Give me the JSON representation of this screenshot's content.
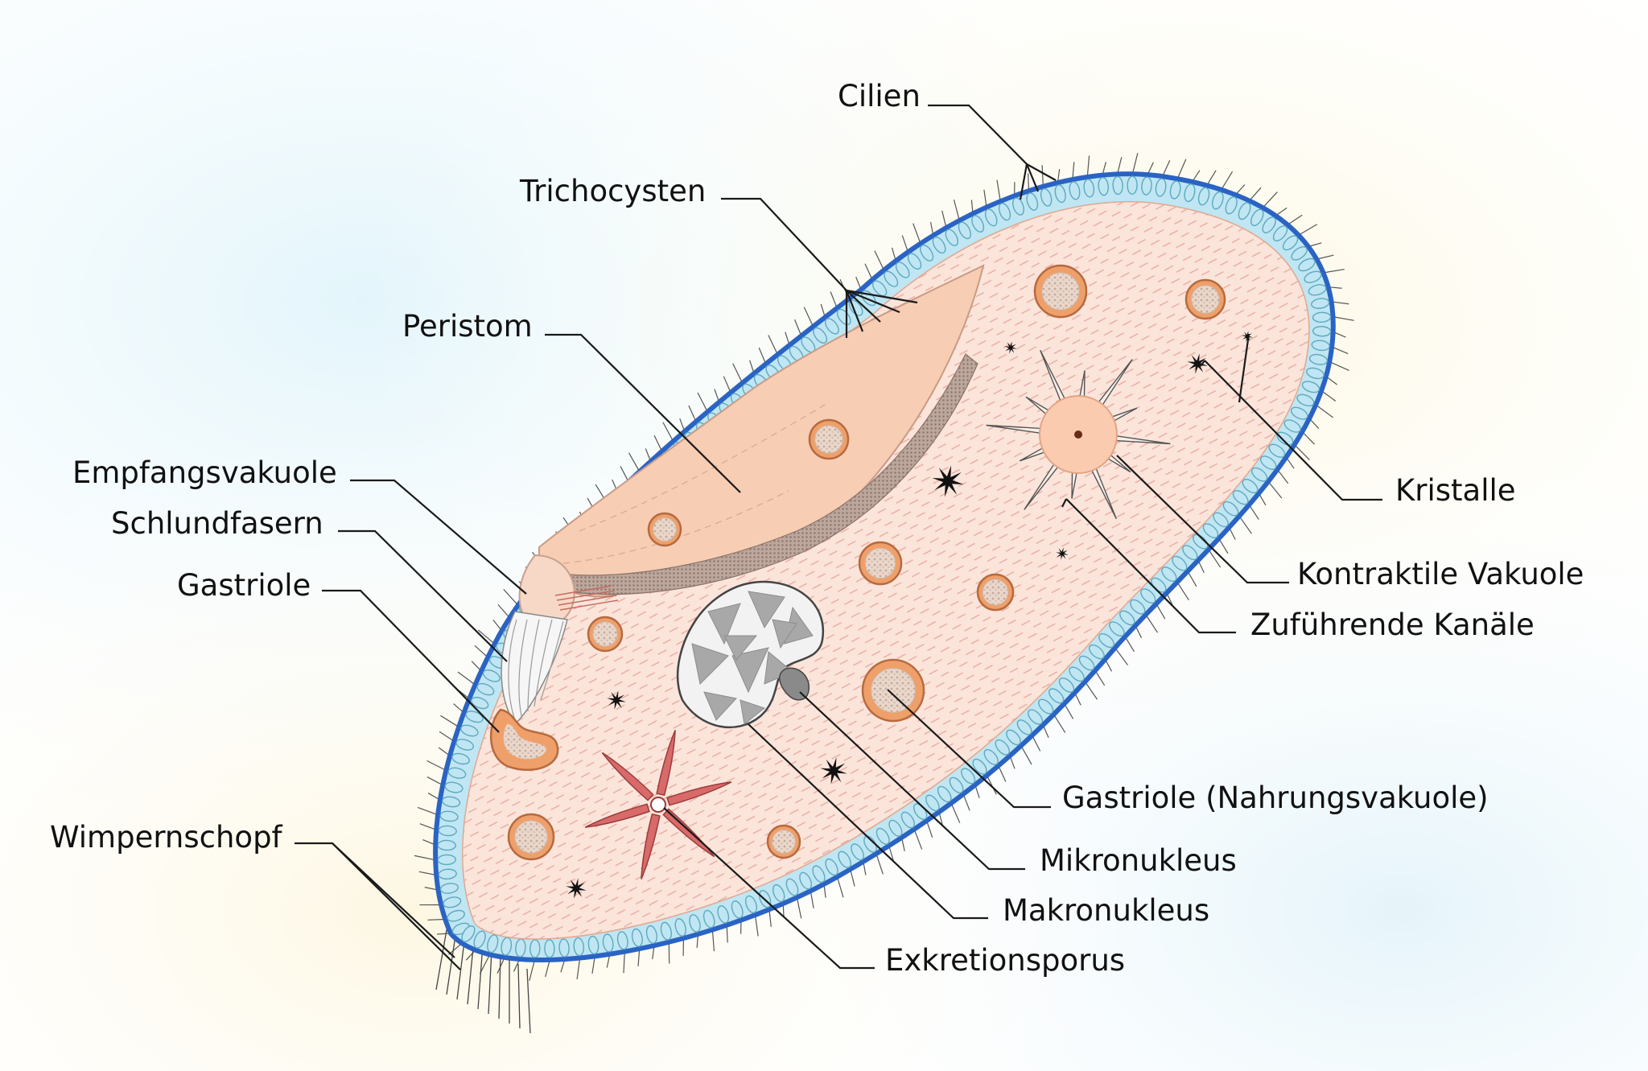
{
  "labels": {
    "cilien": "Cilien",
    "trichocysten": "Trichocysten",
    "peristom": "Peristom",
    "empfangsvakuole": "Empfangsvakuole",
    "schlundfasern": "Schlundfasern",
    "gastriole": "Gastriole",
    "wimpernschopf": "Wimpernschopf",
    "kristalle": "Kristalle",
    "kontraktile_vakuole": "Kontraktile Vakuole",
    "zufuehrende_kanaele": "Zuführende Kanäle",
    "gastriole_nahrungsvakuole": "Gastriole (Nahrungsvakuole)",
    "mikronukleus": "Mikronukleus",
    "makronukleus": "Makronukleus",
    "exkretionsporus": "Exkretionsporus"
  },
  "colors": {
    "membrane": "#2a63c4",
    "alveoli": "#bfe6f2",
    "cytoplasm": "#fbe4da",
    "peristome": "#f7cdb4",
    "vacuole_fill": "#efa06a",
    "contractile_vacuole": "#fbcbb0",
    "excretory_star": "#d96a6a",
    "macronucleus": "#f2f2f2",
    "micronucleus": "#8a8a8a"
  }
}
